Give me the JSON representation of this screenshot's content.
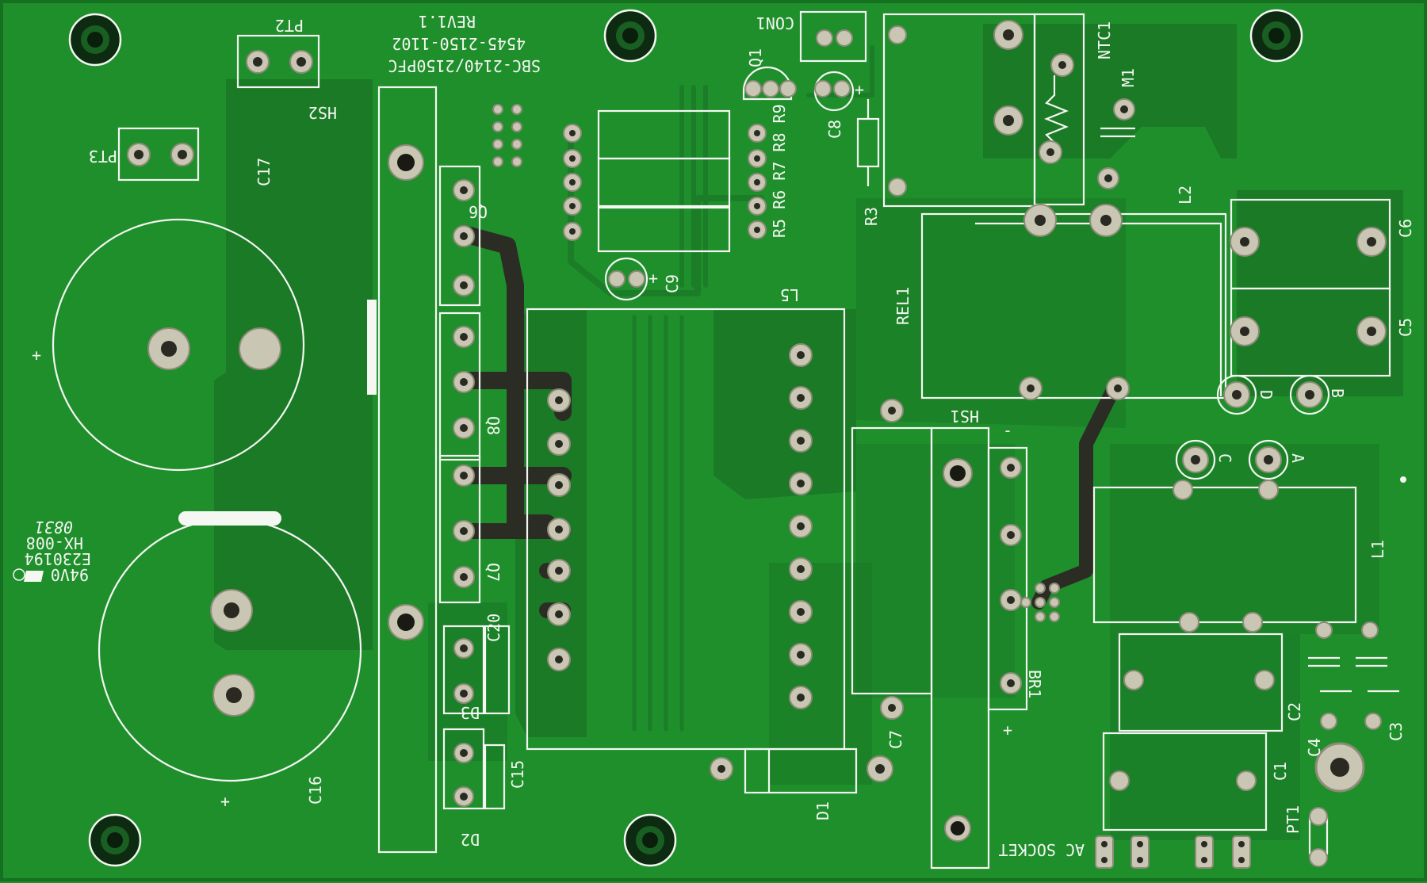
{
  "board": {
    "colors": {
      "soldermask": "#1f8f2c",
      "copper_pour": "#1a7a26",
      "silkscreen": "#f4f7f2",
      "pad": "#c9c6b4",
      "hole": "#2a2a22"
    },
    "title_lines": [
      "SBC-2140/2150PFC",
      "4545-2150-1102",
      "REV1.1"
    ],
    "cert_lines": [
      "94V0",
      "E230194",
      "HX-008",
      "0831"
    ],
    "polarity_plus": "+",
    "polarity_minus": "-",
    "labels": {
      "PT2": "PT2",
      "PT3": "PT3",
      "PT1": "PT1",
      "C17": "C17",
      "C16": "C16",
      "HS2": "HS2",
      "CON1": "CON1",
      "Q1": "Q1",
      "Q6": "Q6",
      "Q7": "Q7",
      "Q8": "Q8",
      "C8": "C8",
      "C9": "C9",
      "R3": "R3",
      "R9": "R9",
      "R8": "R8",
      "R7": "R7",
      "R6": "R6",
      "R5": "R5",
      "NTC1": "NTC1",
      "M1": "M1",
      "L2": "L2",
      "L5": "L5",
      "L1": "L1",
      "REL1": "REL1",
      "C6": "C6",
      "C5": "C5",
      "C7": "C7",
      "C20": "C20",
      "C15": "C15",
      "D1": "D1",
      "D2": "D2",
      "D3": "D3",
      "HS1": "HS1",
      "BR1": "BR1",
      "C1": "C1",
      "C2": "C2",
      "C3": "C3",
      "C4": "C4",
      "A": "A",
      "B": "B",
      "C": "C",
      "D": "D",
      "ac_socket": "AC SOCKET"
    }
  }
}
